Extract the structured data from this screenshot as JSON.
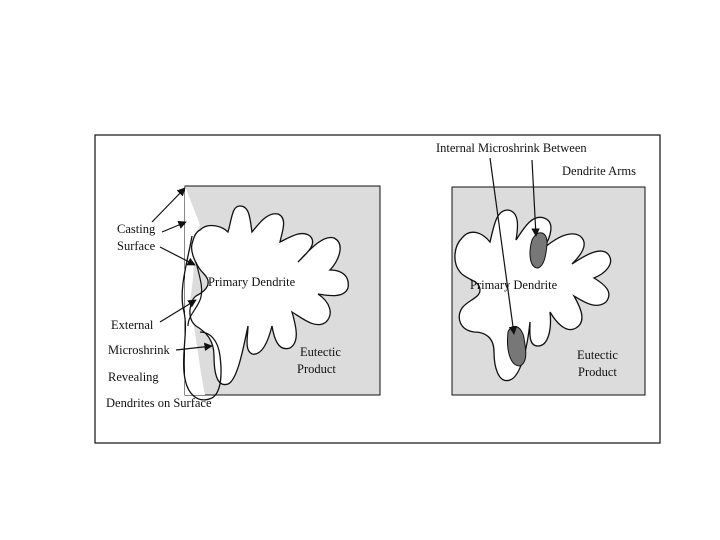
{
  "left_panel": {
    "casting_surface": [
      "Casting",
      "Surface"
    ],
    "primary_dendrite": "Primary Dendrite",
    "external_microshrink": [
      "External",
      "Microshrink",
      "Revealing",
      "Dendrites on Surface"
    ],
    "eutectic_product": [
      "Eutectic",
      "Product"
    ]
  },
  "right_panel": {
    "internal_microshrink": [
      "Internal Microshrink Between",
      "Dendrite  Arms"
    ],
    "primary_dendrite": "Primary Dendrite",
    "eutectic_product": [
      "Eutectic",
      "Product"
    ]
  },
  "colors": {
    "eutectic_fill": "#dcdcdc",
    "dendrite_fill": "#ffffff",
    "microshrink_fill": "#777777",
    "line": "#111111"
  }
}
